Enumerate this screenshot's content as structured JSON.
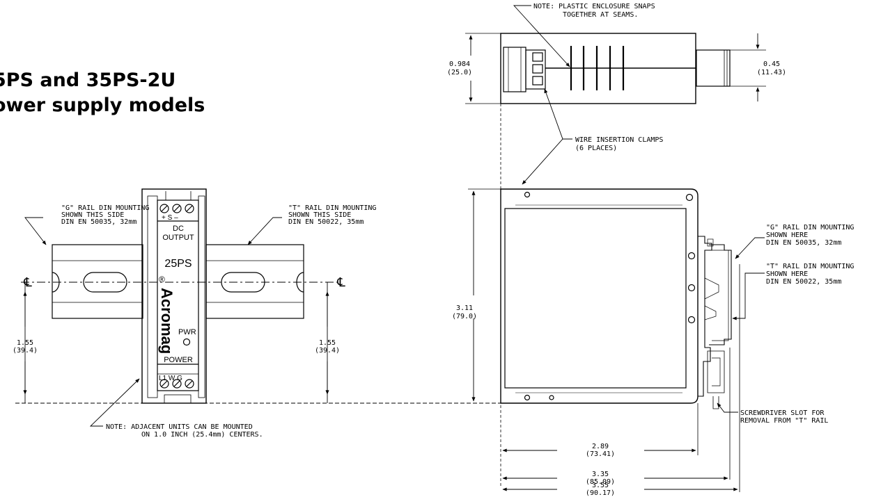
{
  "title": {
    "line1": "5PS and 35PS-2U",
    "line2": "ower supply models"
  },
  "front_view": {
    "g_rail_note": [
      "\"G\" RAIL DIN MOUNTING",
      "SHOWN THIS SIDE",
      "DIN EN 50035, 32mm"
    ],
    "t_rail_note": [
      "\"T\" RAIL DIN MOUNTING",
      "SHOWN THIS SIDE",
      "DIN EN 50022, 35mm"
    ],
    "module": {
      "top_terminals": "+  S  –",
      "dc_output": [
        "DC",
        "OUTPUT"
      ],
      "model": "25PS",
      "brand": "Acromag",
      "brand_mark": "®",
      "pwr": "PWR",
      "power": "POWER",
      "bottom_terminals": "L1  W   G"
    },
    "centerline_symbol": "℄",
    "dim_left": [
      "1.55",
      "(39.4)"
    ],
    "dim_right": [
      "1.55",
      "(39.4)"
    ],
    "adjacent_note": [
      "NOTE: ADJACENT UNITS CAN BE MOUNTED",
      "ON 1.0 INCH (25.4mm) CENTERS."
    ]
  },
  "top_view": {
    "note": [
      "NOTE: PLASTIC ENCLOSURE SNAPS",
      "TOGETHER AT SEAMS."
    ],
    "dim_height": [
      "0.984",
      "(25.0)"
    ],
    "dim_plug": [
      "0.45",
      "(11.43)"
    ],
    "clamps_note": [
      "WIRE INSERTION CLAMPS",
      "(6 PLACES)"
    ]
  },
  "side_view": {
    "dim_height": [
      "3.11",
      "(79.0)"
    ],
    "g_rail_note": [
      "\"G\" RAIL DIN MOUNTING",
      "SHOWN HERE",
      "DIN EN 50035, 32mm"
    ],
    "t_rail_note": [
      "\"T\" RAIL DIN MOUNTING",
      "SHOWN HERE",
      "DIN EN 50022, 35mm"
    ],
    "screwdriver_note": [
      "SCREWDRIVER SLOT FOR",
      "REMOVAL FROM \"T\" RAIL"
    ],
    "dim_w1": [
      "2.89",
      "(73.41)"
    ],
    "dim_w2": [
      "3.35",
      "(85.09)"
    ],
    "dim_w3": [
      "3.55",
      "(90.17)"
    ]
  }
}
